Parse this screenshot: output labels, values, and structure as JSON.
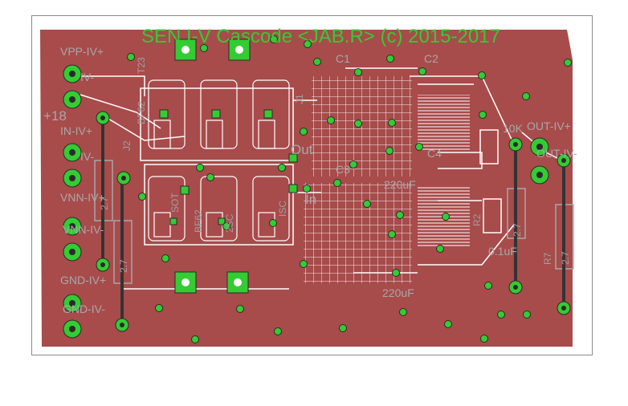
{
  "board": {
    "title": "SEN I-V Cascode <JAB.R> (c) 2015-2017",
    "colors": {
      "copper": "#a84b4b",
      "silkscreen": "#a8a8a8",
      "pad": "#33cc33",
      "background": "#ffffff"
    }
  },
  "connectors_left": [
    {
      "id": "vpp",
      "label": "VPP-IV+"
    },
    {
      "id": "iv",
      "label": "IV-"
    },
    {
      "id": "plus18",
      "label": "+18"
    },
    {
      "id": "in",
      "label": "IN-IV+"
    },
    {
      "id": "iv2",
      "label": "IV-"
    },
    {
      "id": "vnn",
      "label": "VNN-IV+"
    },
    {
      "id": "vnn2",
      "label": "VNN-IV-"
    },
    {
      "id": "gnd",
      "label": "GND-IV+"
    },
    {
      "id": "gnd2",
      "label": "GND-IV-"
    }
  ],
  "connectors_right": [
    {
      "id": "out",
      "label": "OUT-IV+"
    },
    {
      "id": "out2",
      "label": "OUT-IV-"
    }
  ],
  "components": {
    "c1": "C1",
    "c2": "C2",
    "c3": "C3",
    "c4": "C4",
    "cap_value_top": "220uF",
    "cap_value_bottom": "220uF",
    "cap_small": "0.1uF",
    "r_10k": "10K",
    "r7": "R7",
    "r_value": "2.7",
    "r_value2": "2.7",
    "r_value3": "2.7",
    "r_value4": "2.7",
    "out_label": "Out",
    "in_label": "In",
    "j1": "J1",
    "j2": "J2",
    "r2": "R2",
    "q_bf": "BF62",
    "q_bf2": "BF62",
    "q_t23": "T23",
    "q_sot": "SOT",
    "q_2sc": "2SC",
    "q_isc": "ISC"
  }
}
